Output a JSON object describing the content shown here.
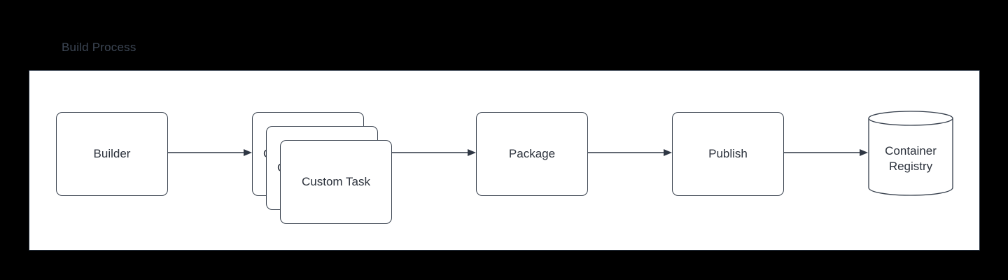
{
  "diagram": {
    "title": "Build Process",
    "title_color": "#3c4654",
    "background_color": "#000000",
    "panel_fill": "#ffffff",
    "stroke_color": "#37404d",
    "text_color": "#2c323c"
  },
  "nodes": {
    "builder": {
      "label": "Builder",
      "shape": "rounded-rect"
    },
    "custom_task": {
      "label": "Custom Task",
      "shape": "stacked-rounded-rect",
      "stack_count": 3
    },
    "package": {
      "label": "Package",
      "shape": "rounded-rect"
    },
    "publish": {
      "label": "Publish",
      "shape": "rounded-rect"
    },
    "container_registry": {
      "label_line1": "Container",
      "label_line2": "Registry",
      "shape": "cylinder"
    }
  },
  "edges": [
    {
      "id": "edge-builder-to-custom-task",
      "from": "builder",
      "to": "custom_task",
      "style": "solid-arrow"
    },
    {
      "id": "edge-custom-task-to-package",
      "from": "custom_task",
      "to": "package",
      "style": "solid-arrow"
    },
    {
      "id": "edge-package-to-publish",
      "from": "package",
      "to": "publish",
      "style": "solid-arrow"
    },
    {
      "id": "edge-publish-to-registry",
      "from": "publish",
      "to": "container_registry",
      "style": "solid-arrow"
    }
  ]
}
